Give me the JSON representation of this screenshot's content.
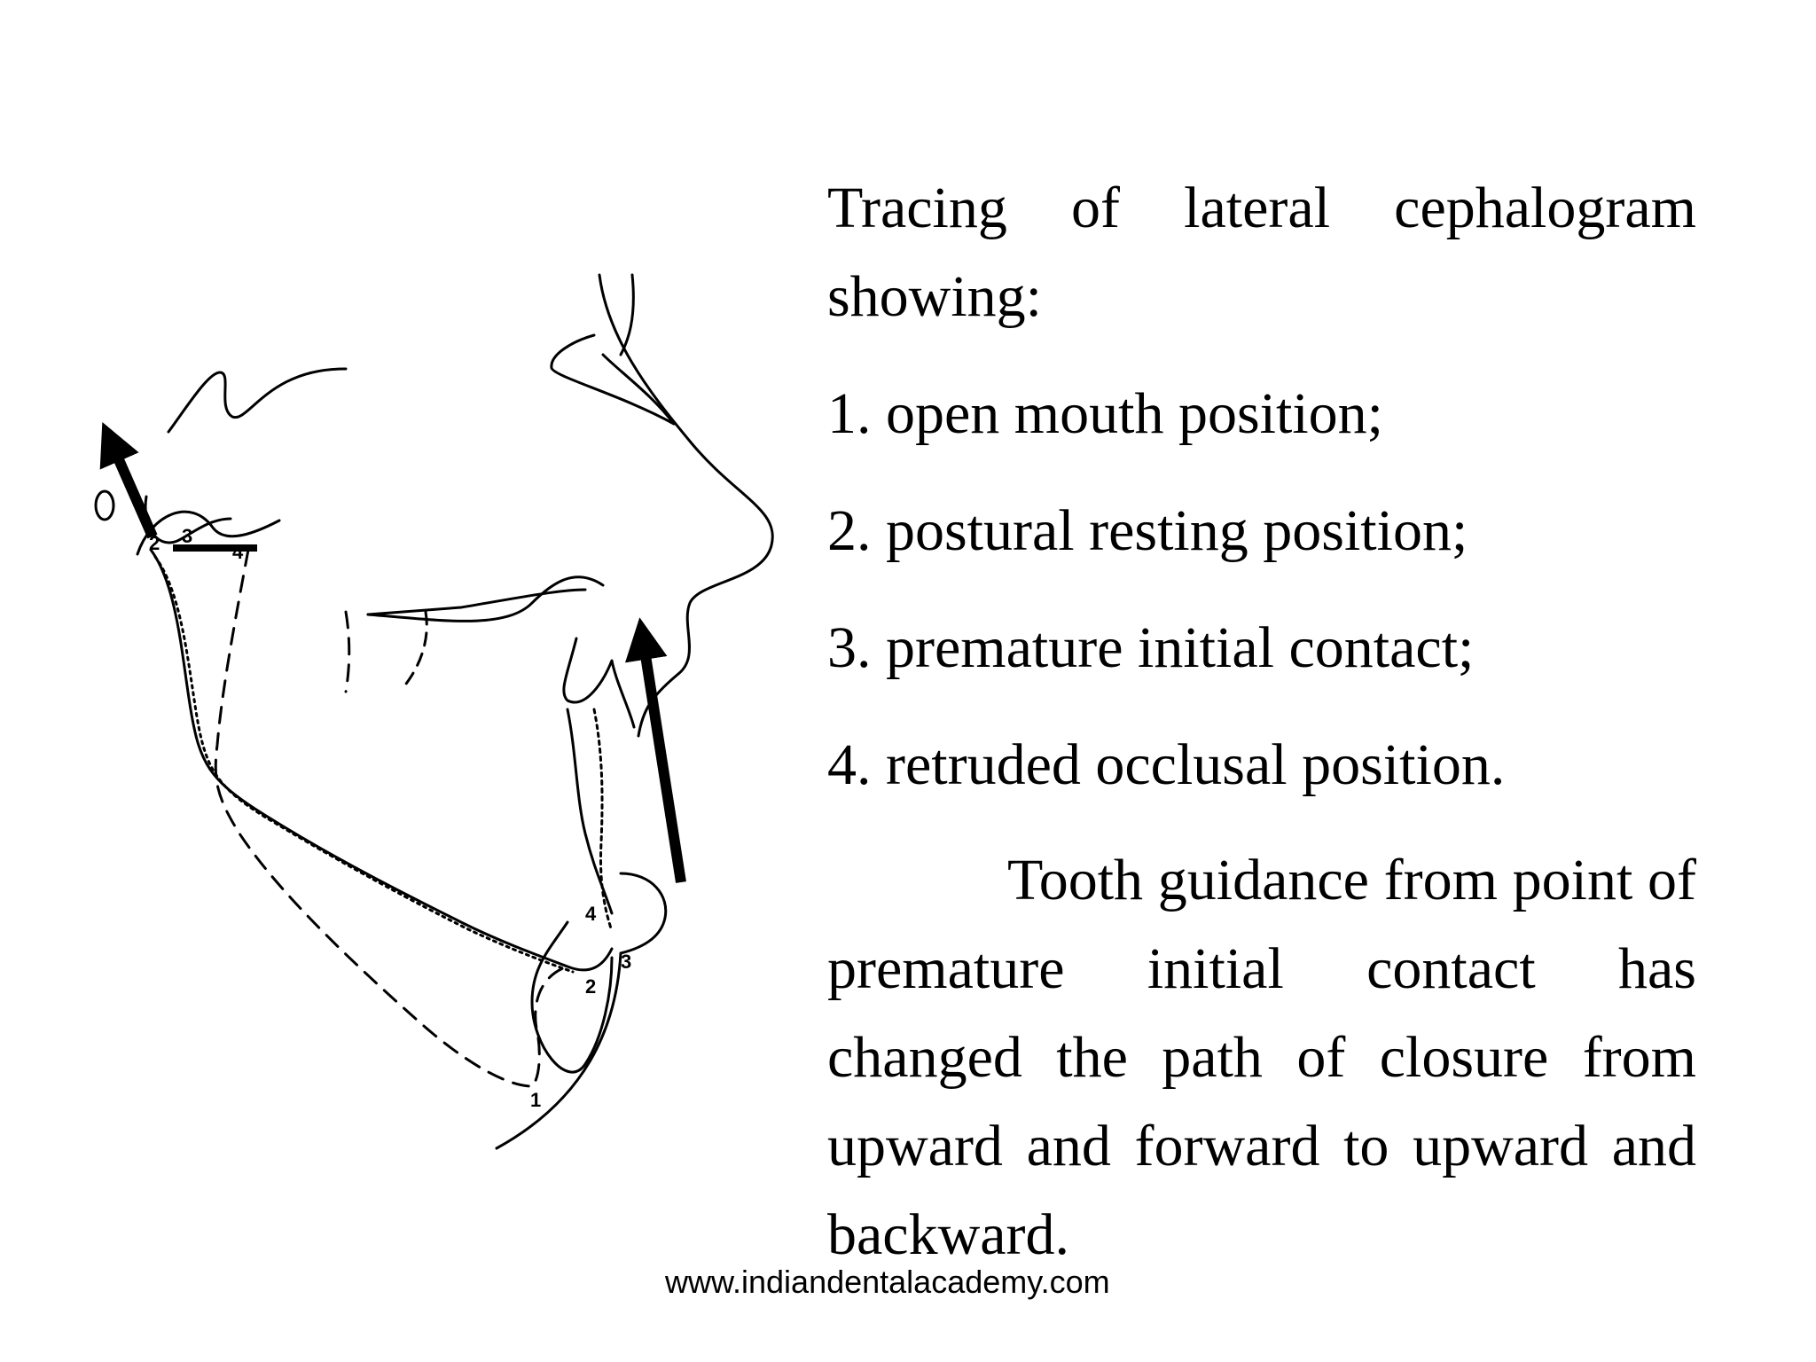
{
  "caption": {
    "intro": "Tracing of lateral cephalogram showing:",
    "items": [
      "1. open mouth position;",
      "2. postural resting position;",
      "3. premature initial contact;",
      "4. retruded occlusal position."
    ],
    "paragraph": "Tooth guidance from point of premature initial contact has changed the path of closure from upward and forward to upward and backward."
  },
  "figure": {
    "condyle_labels": [
      "2",
      "3",
      "4"
    ],
    "chin_labels": [
      "1",
      "2",
      "3",
      "4"
    ]
  },
  "footer": {
    "url": "www.indiandentalacademy.com"
  }
}
